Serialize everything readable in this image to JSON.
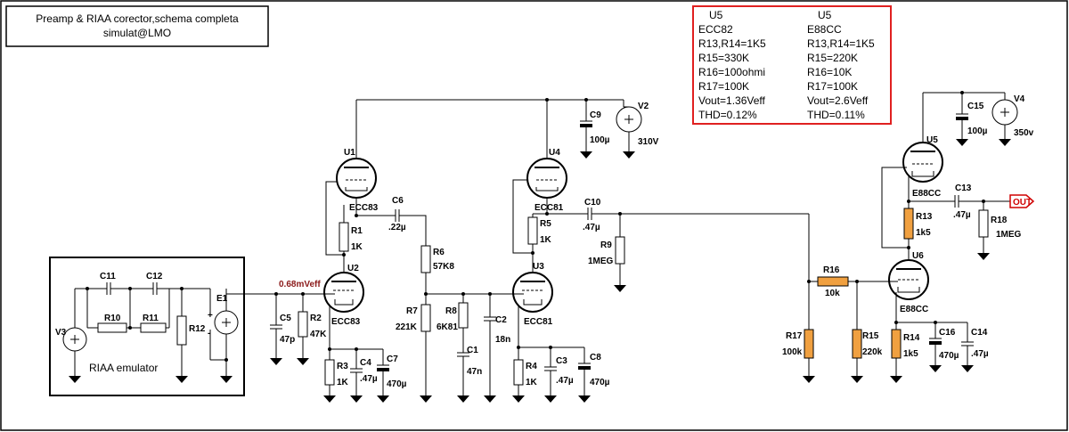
{
  "title": {
    "line1": "Preamp & RIAA corector,schema completa",
    "line2": "simulat@LMO"
  },
  "table": {
    "col1": [
      "U5",
      "ECC82",
      "R13,R14=1K5",
      "R15=330K",
      "R16=100ohmi",
      "R17=100K",
      "Vout=1.36Veff",
      "THD=0.12%"
    ],
    "col2": [
      "U5",
      "E88CC",
      "R13,R14=1K5",
      "R15=220K",
      "R16=10K",
      "R17=100K",
      "Vout=2.6Veff",
      "THD=0.11%"
    ]
  },
  "riaa_label": "RIAA emulator",
  "probe_label": "0.68mVeff",
  "out_label": "OUT",
  "components": {
    "V3": "V3",
    "R10": "R10",
    "R11": "R11",
    "R12": "R12",
    "C11": "C11",
    "C12": "C12",
    "E1": "E1",
    "C5": "C5",
    "C5v": "47p",
    "R2": "R2",
    "R2v": "47K",
    "U1": "U1",
    "U2": "U2",
    "ECC83a": "ECC83",
    "ECC83b": "ECC83",
    "R1": "R1",
    "R1v": "1K",
    "R3": "R3",
    "R3v": "1K",
    "C4": "C4",
    "C4v": ".47µ",
    "C7": "C7",
    "C7v": "470µ",
    "C6": "C6",
    "C6v": ".22µ",
    "R6": "R6",
    "R6v": "57K8",
    "R7": "R7",
    "R7v": "221K",
    "R8": "R8",
    "R8v": "6K81",
    "C1": "C1",
    "C1v": "47n",
    "C2": "C2",
    "C2v": "18n",
    "U3": "U3",
    "U4": "U4",
    "ECC81a": "ECC81",
    "ECC81b": "ECC81",
    "R5": "R5",
    "R5v": "1K",
    "R4": "R4",
    "R4v": "1K",
    "C3": "C3",
    "C3v": ".47µ",
    "C8": "C8",
    "C8v": "470µ",
    "C9": "C9",
    "C9v": "100µ",
    "V2": "V2",
    "V2v": "310V",
    "C10": "C10",
    "C10v": ".47µ",
    "R9": "R9",
    "R9v": "1MEG",
    "R16": "R16",
    "R16v": "10k",
    "R17": "R17",
    "R17v": "100k",
    "R15": "R15",
    "R15v": "220k",
    "U5": "U5",
    "U6": "U6",
    "E88CCa": "E88CC",
    "E88CCb": "E88CC",
    "R13": "R13",
    "R13v": "1k5",
    "R14": "R14",
    "R14v": "1k5",
    "C16": "C16",
    "C16v": "470µ",
    "C14": "C14",
    "C14v": ".47µ",
    "C13": "C13",
    "C13v": ".47µ",
    "R18": "R18",
    "R18v": "1MEG",
    "C15": "C15",
    "C15v": "100µ",
    "V4": "V4",
    "V4v": "350v"
  },
  "colors": {
    "table_border": "#e02020",
    "orange_resistor": "#f0a040",
    "probe": "#8b1a1a",
    "out": "#d00000"
  }
}
